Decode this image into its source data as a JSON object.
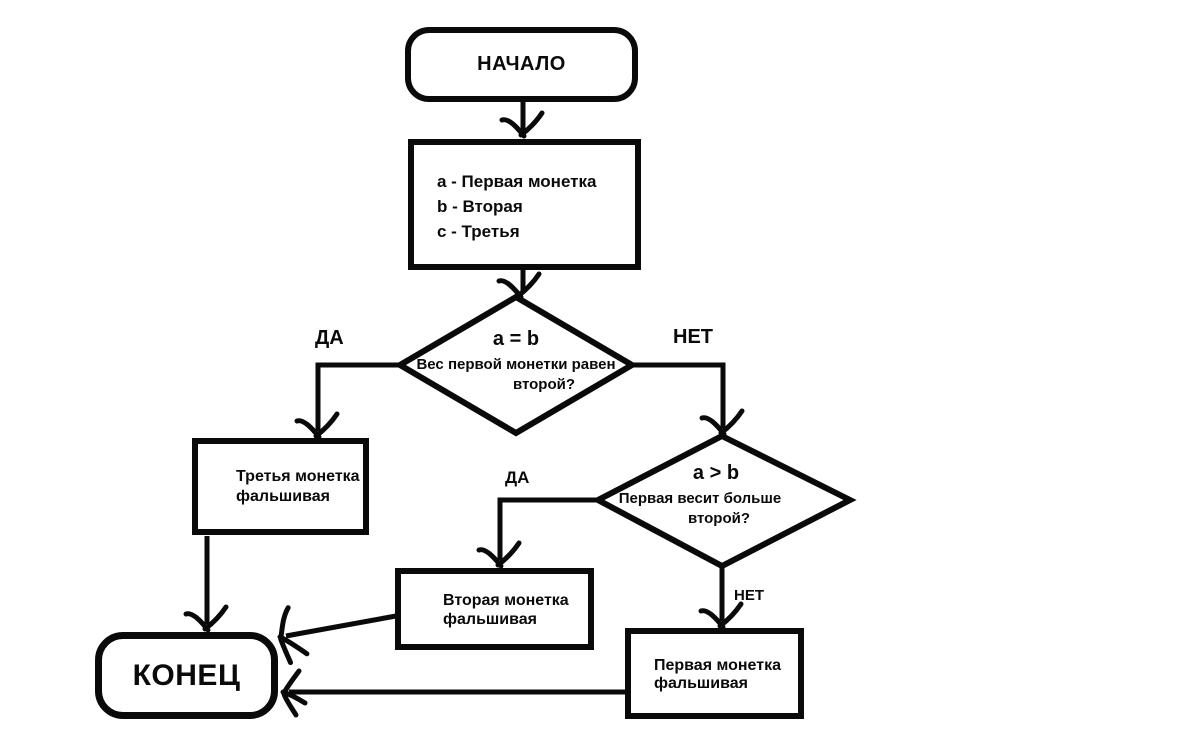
{
  "flowchart": {
    "colors": {
      "stroke": "#0a0a0a",
      "background": "#ffffff"
    },
    "nodes": {
      "start": {
        "label": "НАЧАЛО"
      },
      "variables": {
        "line1": "a - Первая монетка",
        "line2": "b - Вторая",
        "line3": "c - Третья"
      },
      "decision1": {
        "condition": "a = b",
        "question_line1": "Вес первой монетки равен",
        "question_line2": "второй?"
      },
      "third_fake": {
        "line1": "Третья монетка",
        "line2": "фальшивая"
      },
      "decision2": {
        "condition": "a > b",
        "question_line1": "Первая весит больше",
        "question_line2": "второй?"
      },
      "second_fake": {
        "line1": "Вторая монетка",
        "line2": "фальшивая"
      },
      "first_fake": {
        "line1": "Первая монетка",
        "line2": "фальшивая"
      },
      "end": {
        "label": "КОНЕЦ"
      }
    },
    "edge_labels": {
      "decision1_yes": "ДА",
      "decision1_no": "НЕТ",
      "decision2_yes": "ДА",
      "decision2_no": "НЕТ"
    }
  }
}
